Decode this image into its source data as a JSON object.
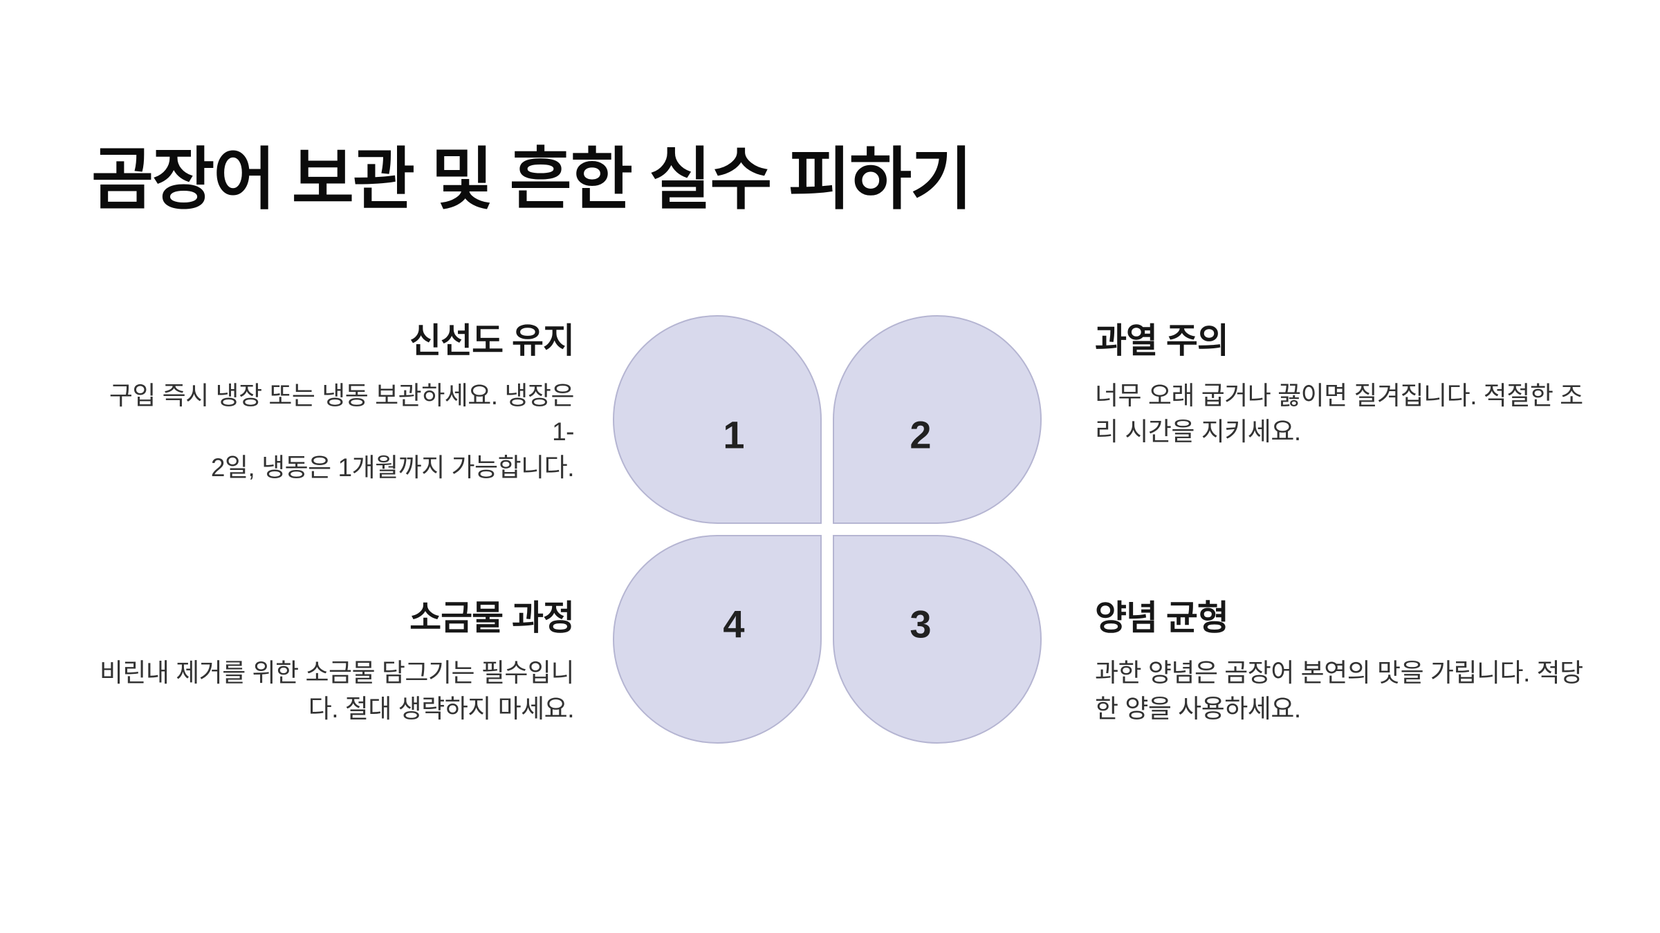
{
  "slide": {
    "title": "곰장어 보관 및 흔한 실수 피하기"
  },
  "theme": {
    "bg": "#ffffff",
    "petal_fill": "#d8d9ec",
    "petal_border": "#b5b5d2",
    "title_color": "#0b0b0b",
    "heading_color": "#171717",
    "body_color": "#333333",
    "number_color": "#212121"
  },
  "sections": [
    {
      "number": "1",
      "position": "top-left",
      "heading": "신선도 유지",
      "body": "구입 즉시 냉장 또는 냉동 보관하세요. 냉장은 1-\n2일, 냉동은 1개월까지 가능합니다."
    },
    {
      "number": "2",
      "position": "top-right",
      "heading": "과열 주의",
      "body": "너무 오래 굽거나 끓이면 질겨집니다. 적절한 조\n리 시간을 지키세요."
    },
    {
      "number": "3",
      "position": "bottom-right",
      "heading": "양념 균형",
      "body": "과한 양념은 곰장어 본연의 맛을 가립니다. 적당\n한 양을 사용하세요."
    },
    {
      "number": "4",
      "position": "bottom-left",
      "heading": "소금물 과정",
      "body": "비린내 제거를 위한 소금물 담그기는 필수입니\n다. 절대 생략하지 마세요."
    }
  ]
}
